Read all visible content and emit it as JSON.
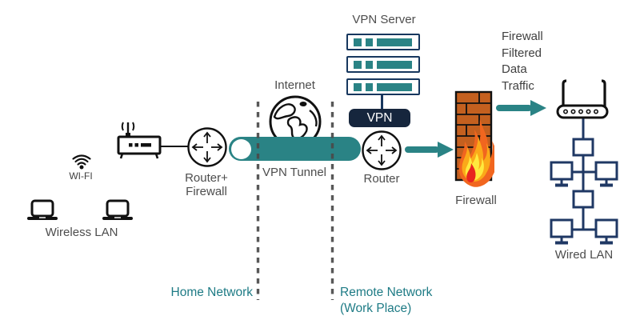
{
  "colors": {
    "teal": "#2a8385",
    "teal_text": "#1e7b85",
    "navy": "#17375e",
    "dark_navy": "#16263d",
    "wired_lan_navy": "#1f3864",
    "label_gray": "#4d4d4d",
    "brick_orange": "#c4601f"
  },
  "home_network": {
    "wifi_label": "WI-FI",
    "wireless_lan_label": "Wireless LAN",
    "router_firewall_label": "Router+\nFirewall",
    "zone_label": "Home Network"
  },
  "internet": {
    "internet_label": "Internet",
    "vpn_tunnel_label": "VPN Tunnel"
  },
  "remote_network": {
    "zone_label": "Remote Network\n(Work Place)",
    "vpn_server_label": "VPN Server",
    "vpn_badge_label": "VPN",
    "router_label": "Router",
    "firewall_label": "Firewall",
    "traffic_label": "Firewall\nFiltered\nData\nTraffic",
    "wired_lan_label": "Wired LAN"
  }
}
